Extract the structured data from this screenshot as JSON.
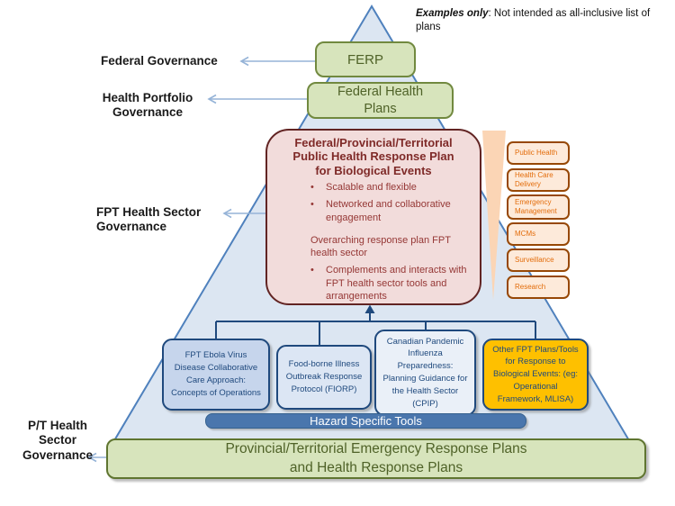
{
  "note": {
    "lead": "Examples only",
    "rest": ":  Not intended as all-inclusive list of plans"
  },
  "governance_labels": {
    "federal": "Federal Governance",
    "health_portfolio": "Health Portfolio Governance",
    "fpt_health_sector": "FPT Health Sector Governance",
    "pt_health_sector": "P/T Health Sector Governance"
  },
  "pyramid_boxes": {
    "ferp": "FERP",
    "federal_health_plans": [
      "Federal Health",
      "Plans"
    ],
    "fpt_response_plan": {
      "title_lines": [
        "Federal/Provincial/Territorial",
        "Public Health Response Plan",
        "for Biological Events"
      ],
      "bullets": [
        "Scalable and flexible",
        "Networked and collaborative engagement"
      ],
      "paragraph": "Overarching response plan FPT health sector",
      "sub_bullets": [
        "Complements and interacts with FPT health sector tools and arrangements"
      ]
    }
  },
  "capability_boxes": [
    "Public Health",
    "Health Care Delivery",
    "Emergency Management",
    "MCMs",
    "Surveillance",
    "Research"
  ],
  "tool_boxes": [
    "FPT Ebola Virus Disease Collaborative Care Approach: Concepts of Operations",
    "Food-borne  Illness Outbreak Response Protocol (FIORP)",
    "Canadian Pandemic Influenza Preparedness: Planning Guidance for the Health Sector (CPIP)",
    "Other FPT Plans/Tools for Response to Biological Events: (eg: Operational Framework, MLISA)"
  ],
  "hazard_bar": "Hazard Specific Tools",
  "pt_plans_lines": [
    "Provincial/Territorial Emergency Response Plans",
    "and Health Response Plans"
  ],
  "colors": {
    "pyramid_fill": "#dce6f2",
    "pyramid_border": "#4f81bd",
    "green_fill": "#d7e4bc",
    "green_border": "#71893f",
    "green_text": "#4f6228",
    "pink_fill": "#f2dcdb",
    "pink_border": "#622423",
    "pink_title": "#7f2a28",
    "pink_text": "#953735",
    "peach_triangle": "#fbd5b5",
    "capability_fill": "#fdeada",
    "capability_border": "#974806",
    "capability_text": "#e36c0a",
    "navy": "#1f497d",
    "hazard_fill": "#4a76ad",
    "yellow_fill": "#fec000",
    "label_arrow": "#95b3d7"
  }
}
